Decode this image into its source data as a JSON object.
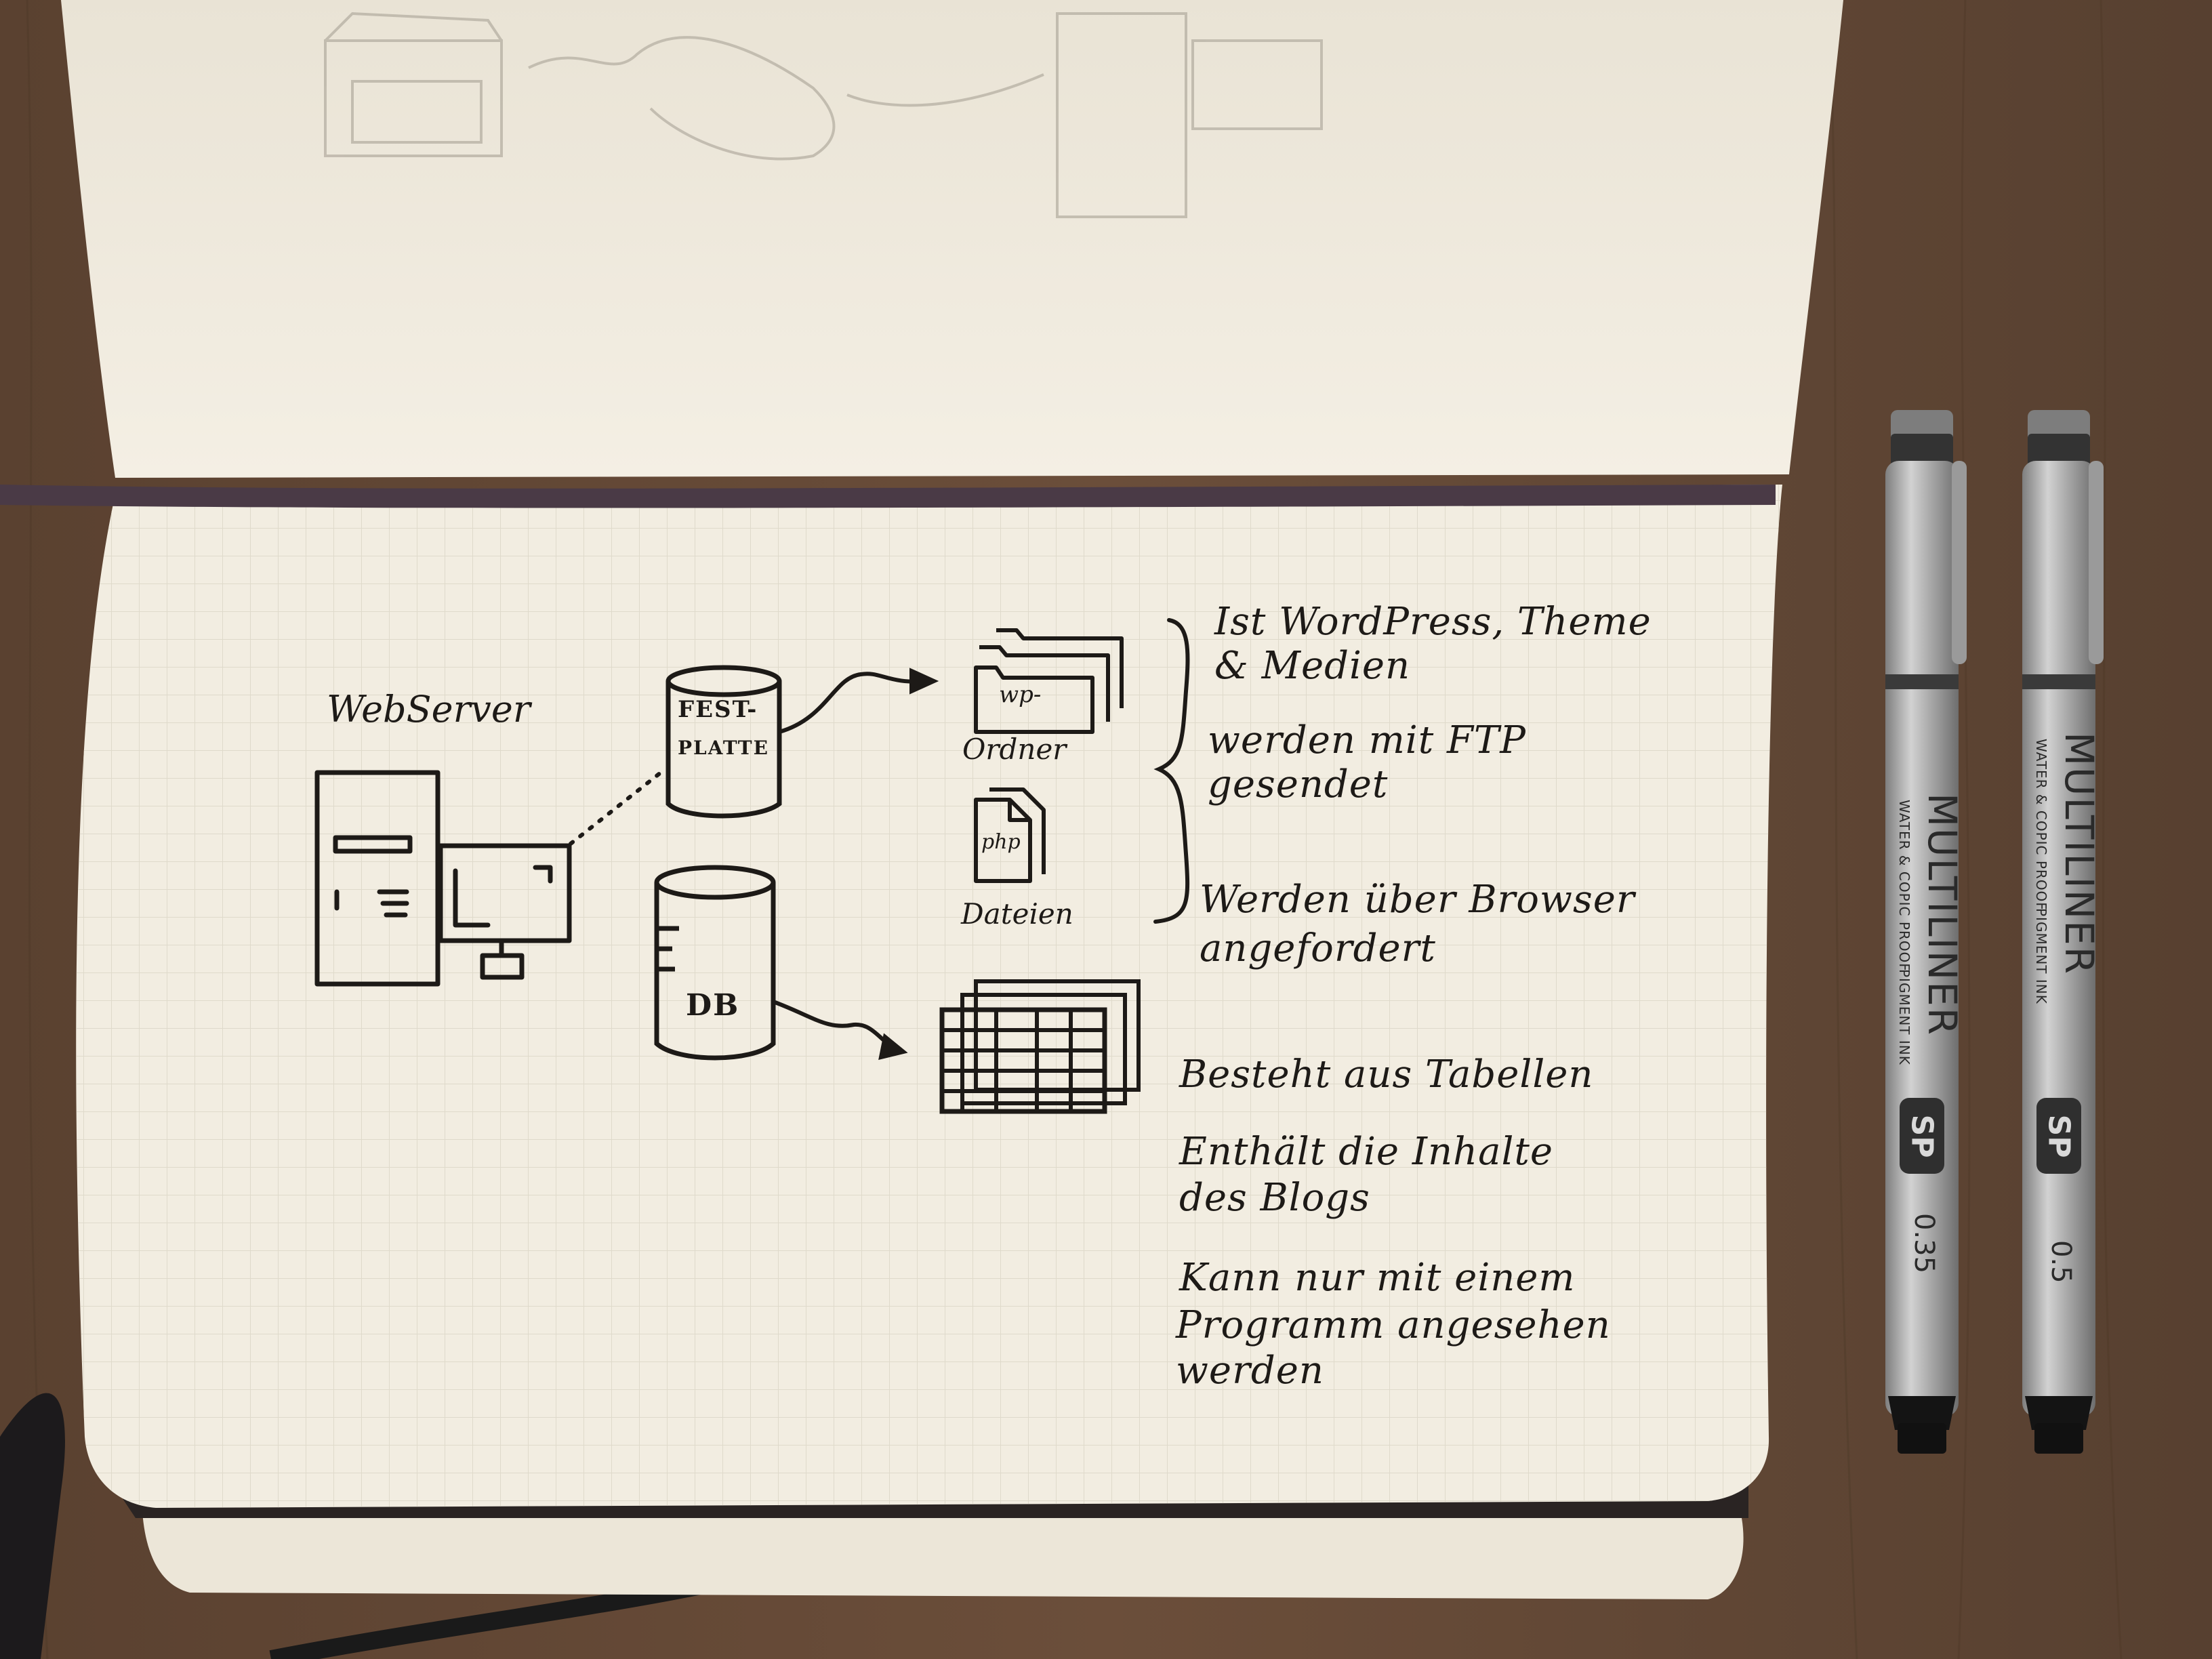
{
  "sketch": {
    "webserver_label": "WebServer",
    "disk_label_line1": "FEST-",
    "disk_label_line2": "PLATTE",
    "db_label": "DB",
    "folder_label": "wp-",
    "folder_caption": "Ordner",
    "file_label": "php",
    "file_caption": "Dateien"
  },
  "notes": {
    "files_line1": "Ist WordPress, Theme",
    "files_line2": "& Medien",
    "files_line3": "werden mit FTP",
    "files_line4": "gesendet",
    "files_line5": "Werden über Browser",
    "files_line6": "angefordert",
    "db_line1": "Besteht aus Tabellen",
    "db_line2": "Enthält die Inhalte",
    "db_line3": "des Blogs",
    "db_line4": "Kann nur mit einem",
    "db_line5": "Programm angesehen",
    "db_line6": "werden"
  },
  "pens": [
    {
      "brand": "MULTILINER",
      "subtitle_line1": "WATER & COPIC PROOF",
      "subtitle_line2": "PIGMENT INK",
      "badge": "SP",
      "size": "0.35"
    },
    {
      "brand": "MULTILINER",
      "subtitle_line1": "WATER & COPIC PROOF",
      "subtitle_line2": "PIGMENT INK",
      "badge": "SP",
      "size": "0.5"
    }
  ],
  "colors": {
    "table": "#5e4433",
    "paper": "#f1ece0",
    "ink": "#1d1a17",
    "elastic_band": "#4a3a46",
    "pen_barrel": "#b7b7b7"
  }
}
